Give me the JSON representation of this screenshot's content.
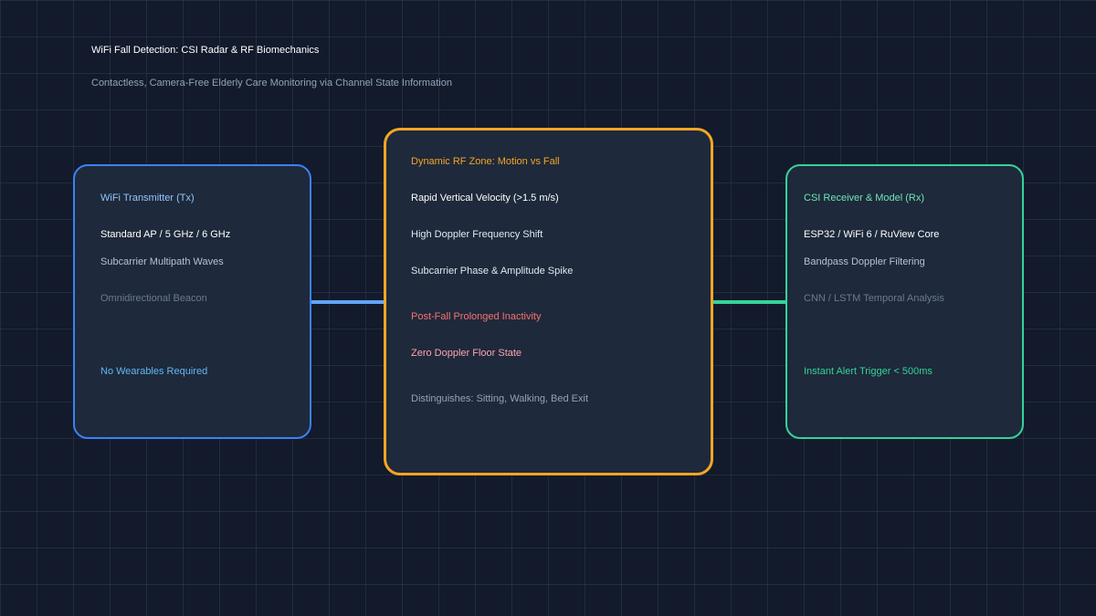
{
  "header": {
    "title": "WiFi Fall Detection: CSI Radar & RF Biomechanics",
    "subtitle": "Contactless, Camera-Free Elderly Care Monitoring via Channel State Information"
  },
  "colors": {
    "background": "#121a2b",
    "box_fill": "#1e293b",
    "transmitter_accent": "#3b82f6",
    "zone_accent": "#f5a623",
    "receiver_accent": "#34d399",
    "connector_left": "#60a5fa",
    "connector_right": "#34d399"
  },
  "transmitter": {
    "heading": "WiFi Transmitter (Tx)",
    "spec": "Standard AP / 5 GHz / 6 GHz",
    "waves": "Subcarrier Multipath Waves",
    "beacon": "Omnidirectional Beacon",
    "note": "No Wearables Required"
  },
  "zone": {
    "heading": "Dynamic RF Zone: Motion vs Fall",
    "velocity": "Rapid Vertical Velocity (>1.5 m/s)",
    "doppler": "High Doppler Frequency Shift",
    "spike": "Subcarrier Phase & Amplitude Spike",
    "inactivity": "Post-Fall Prolonged Inactivity",
    "floor_state": "Zero Doppler Floor State",
    "distinguishes": "Distinguishes: Sitting, Walking, Bed Exit"
  },
  "receiver": {
    "heading": "CSI Receiver & Model (Rx)",
    "spec": "ESP32 / WiFi 6 / RuView Core",
    "filtering": "Bandpass Doppler Filtering",
    "analysis": "CNN / LSTM Temporal Analysis",
    "alert": "Instant Alert Trigger < 500ms"
  }
}
